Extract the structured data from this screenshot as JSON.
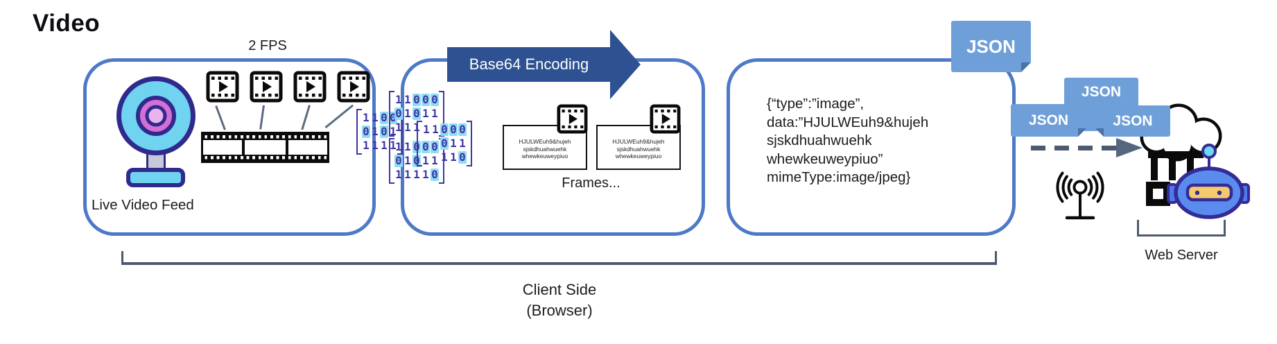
{
  "title": "Video",
  "capture": {
    "fps_label": "2 FPS",
    "caption": "Live Video Feed"
  },
  "binary_groups": [
    {
      "rows": [
        "1100",
        "0101",
        "1111"
      ]
    },
    {
      "rows": [
        "11000",
        "01011",
        "111"
      ]
    },
    {
      "rows": [
        "11000",
        "01011",
        "11110"
      ]
    },
    {
      "rows": [
        "11000",
        "011",
        "110"
      ]
    }
  ],
  "encoding": {
    "arrow_label": "Base64 Encoding",
    "frames_label": "Frames...",
    "frame_cards": [
      {
        "lines": [
          "HJULWEuh9&hujeh",
          "sjskdhuahwuehk",
          "whewkeuweypiuo"
        ]
      },
      {
        "lines": [
          "HJULWEuh9&hujeh",
          "sjskdhuahwuehk",
          "whewkeuweypiuo"
        ]
      }
    ]
  },
  "payload": {
    "lines": [
      "{“type”:”image”,",
      "data:”HJULWEuh9&hujeh",
      "sjskdhuahwuehk",
      "whewkeuweypiuo”",
      "mimeType:image/jpeg}"
    ]
  },
  "badges": {
    "box_badge": "JSON",
    "stream": [
      "JSON",
      "JSON",
      "JSON"
    ]
  },
  "server": {
    "caption": "Web Server"
  },
  "client": {
    "caption_line1": "Client Side",
    "caption_line2": "(Browser)"
  },
  "colors": {
    "box_border": "#4d79c7",
    "arrow_blue": "#2d5191",
    "badge_blue": "#6f9fd9",
    "badge_fold": "#4a71a8",
    "binary_ink": "#3d35a1",
    "binary_highlight": "#8edcf5",
    "slate": "#4c5a70",
    "webcam_sky": "#70d4f1",
    "webcam_magenta": "#d46fd6",
    "webcam_pink": "#eab3ee",
    "outline_indigo": "#2f2a8c",
    "robot_blue": "#5a8cf0",
    "visor_yellow": "#f6c96d",
    "antenna_cyan": "#6fd8f2"
  }
}
